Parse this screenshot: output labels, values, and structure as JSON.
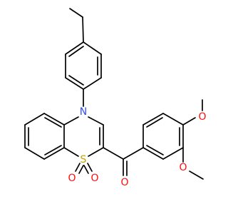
{
  "molecule": {
    "atoms": {
      "N": {
        "symbol": "N",
        "color": "#3050F8"
      },
      "S": {
        "symbol": "S",
        "color": "#C8A000"
      },
      "O_sulfone_1": {
        "symbol": "O",
        "color": "#FF0D0D"
      },
      "O_sulfone_2": {
        "symbol": "O",
        "color": "#FF0D0D"
      },
      "O_ketone": {
        "symbol": "O",
        "color": "#FF0D0D"
      },
      "O_methoxy_1": {
        "symbol": "O",
        "color": "#FF0D0D"
      },
      "O_methoxy_2": {
        "symbol": "O",
        "color": "#FF0D0D"
      }
    },
    "bond_color": "#000000"
  }
}
